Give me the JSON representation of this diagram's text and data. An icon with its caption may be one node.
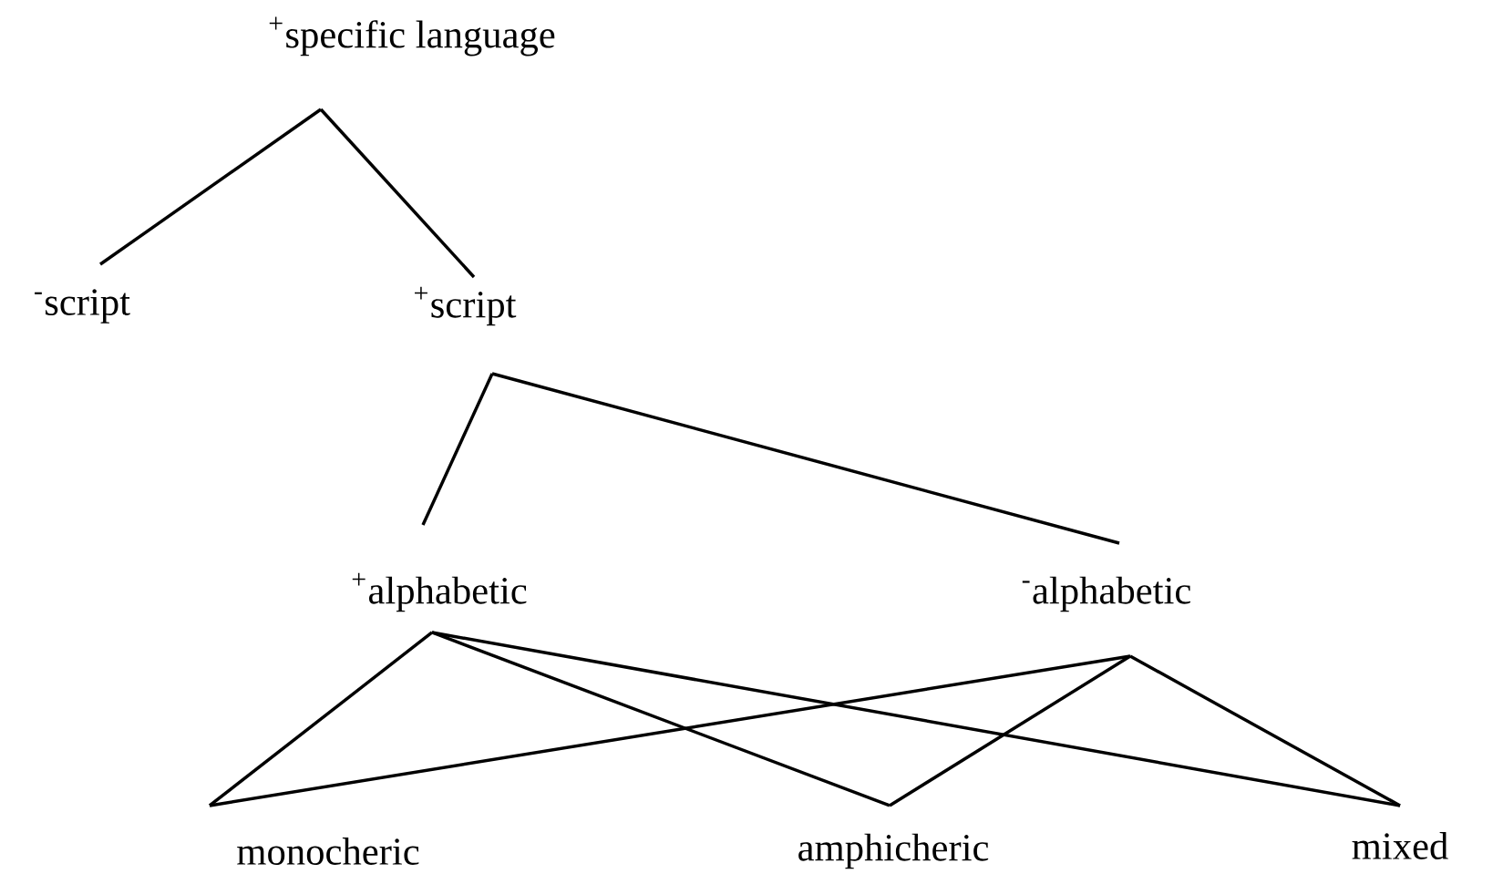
{
  "diagram": {
    "nodes": [
      {
        "text": [
          "$^{+}$specific language"
        ]
      },
      {
        "text": [
          "$^{-}$script"
        ]
      },
      {
        "text": [
          "$^{+}$script"
        ]
      },
      {
        "text": [
          "$^{+}$alphabetic"
        ]
      },
      {
        "text": [
          "$^{-}$alphabetic"
        ]
      },
      {
        "text": [
          "monocheric"
        ]
      },
      {
        "text": [
          "amphicheric"
        ]
      },
      {
        "text": [
          "mixed"
        ]
      }
    ],
    "edges": [
      {
        "from": 0,
        "to": 1,
        "arrow": "none"
      },
      {
        "from": 0,
        "to": 2,
        "arrow": "none"
      },
      {
        "from": 2,
        "to": 3,
        "arrow": "none"
      },
      {
        "from": 2,
        "to": 4,
        "arrow": "none"
      },
      {
        "from": 3,
        "to": 5,
        "arrow": "none"
      },
      {
        "from": 3,
        "to": 6,
        "arrow": "none"
      },
      {
        "from": 3,
        "to": 7,
        "arrow": "none"
      },
      {
        "from": 4,
        "to": 5,
        "arrow": "none"
      },
      {
        "from": 4,
        "to": 6,
        "arrow": "none"
      },
      {
        "from": 4,
        "to": 7,
        "arrow": "none"
      }
    ]
  }
}
